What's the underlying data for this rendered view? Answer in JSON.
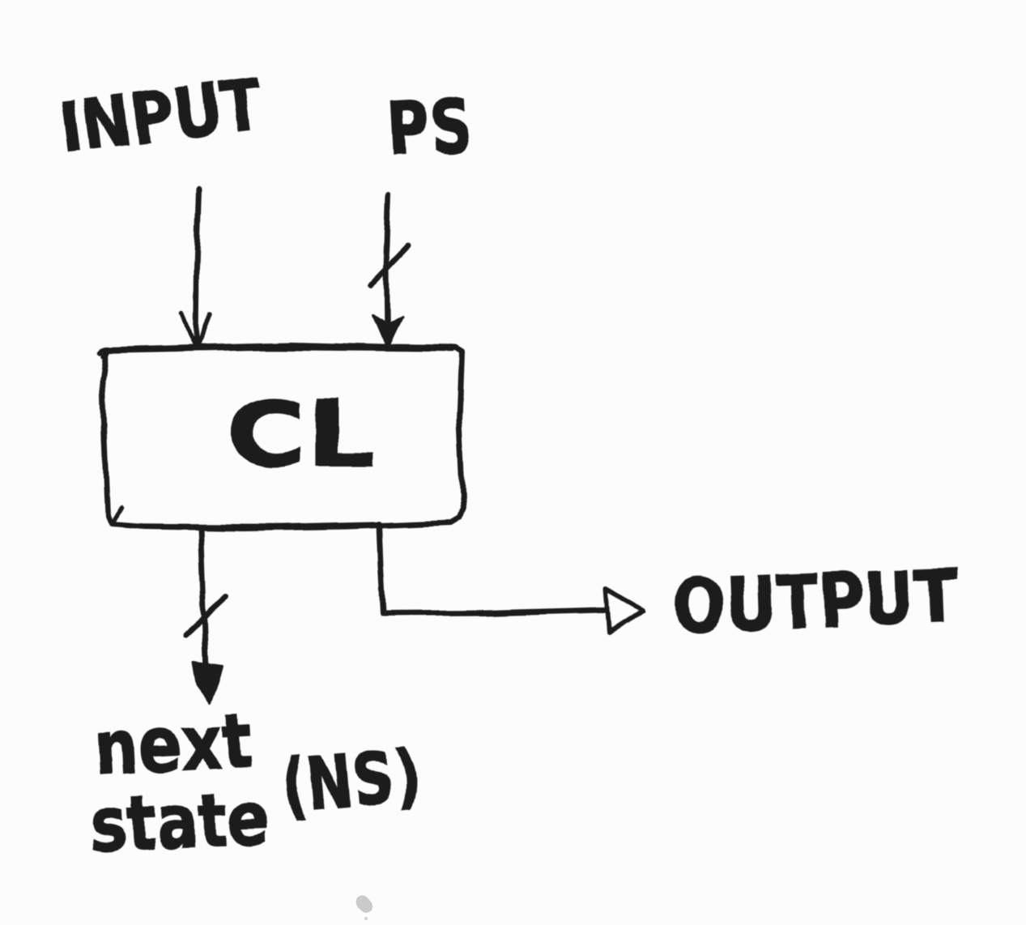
{
  "meta": {
    "description": "Hand-drawn scanned sketch of a finite-state-machine combinational logic block diagram",
    "paper_color": "#fcfcfc",
    "ink_color": "#1f1f1f"
  },
  "diagram": {
    "block_label": "CL",
    "input_label": "INPUT",
    "present_state_label": "PS",
    "output_label": "OUTPUT",
    "next_state_line1": "next",
    "next_state_line2": "state",
    "next_state_abbrev": "(NS)",
    "bus_tick_note": "slash ticks on PS and next-state lines indicate multi-bit buses"
  }
}
